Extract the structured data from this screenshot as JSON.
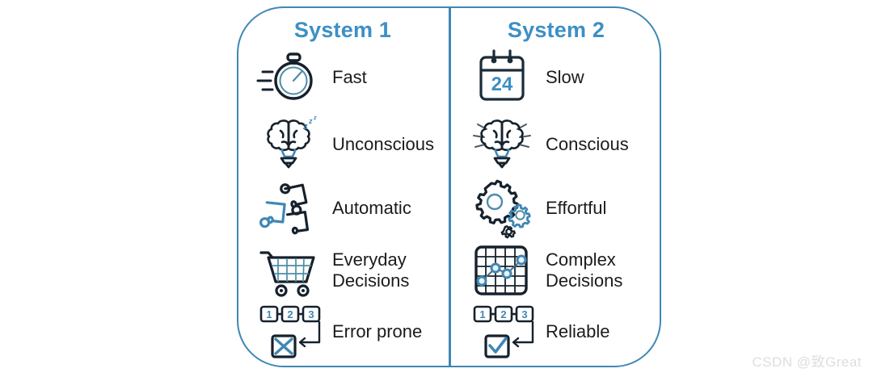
{
  "figure": {
    "title_left": "System 1",
    "title_right": "System 2",
    "accent_color": "#3d8fc4",
    "border_color": "#3f87b5",
    "dark_color": "#1b2b38",
    "background": "#ffffff",
    "watermark": "CSDN @致Great"
  },
  "chart_data": {
    "type": "table",
    "title": "System 1 vs System 2",
    "columns": [
      "System 1",
      "System 2"
    ],
    "rows": [
      {
        "icon_left": "stopwatch-icon",
        "left": "Fast",
        "icon_right": "calendar-24-icon",
        "right": "Slow"
      },
      {
        "icon_left": "brain-bulb-sleeping-icon",
        "left": "Unconscious",
        "icon_right": "brain-bulb-shining-icon",
        "right": "Conscious"
      },
      {
        "icon_left": "puzzle-pieces-icon",
        "left": "Automatic",
        "icon_right": "gears-icon",
        "right": "Effortful"
      },
      {
        "icon_left": "shopping-cart-icon",
        "left": "Everyday\nDecisions",
        "icon_right": "line-chart-grid-icon",
        "right": "Complex\nDecisions"
      },
      {
        "icon_left": "flowchart-error-icon",
        "left": "Error prone",
        "icon_right": "flowchart-check-icon",
        "right": "Reliable"
      }
    ]
  },
  "left": {
    "title": "System 1",
    "items": [
      {
        "label": "Fast",
        "icon": "stopwatch-icon"
      },
      {
        "label": "Unconscious",
        "icon": "brain-bulb-sleeping-icon"
      },
      {
        "label": "Automatic",
        "icon": "puzzle-pieces-icon"
      },
      {
        "label": "Everyday\nDecisions",
        "icon": "shopping-cart-icon"
      },
      {
        "label": "Error prone",
        "icon": "flowchart-error-icon"
      }
    ]
  },
  "right": {
    "title": "System 2",
    "items": [
      {
        "label": "Slow",
        "icon": "calendar-24-icon",
        "icon_text": "24"
      },
      {
        "label": "Conscious",
        "icon": "brain-bulb-shining-icon"
      },
      {
        "label": "Effortful",
        "icon": "gears-icon"
      },
      {
        "label": "Complex\nDecisions",
        "icon": "line-chart-grid-icon"
      },
      {
        "label": "Reliable",
        "icon": "flowchart-check-icon"
      }
    ]
  },
  "flow_labels": {
    "one": "1",
    "two": "2",
    "three": "3"
  },
  "calendar": {
    "day": "24"
  }
}
